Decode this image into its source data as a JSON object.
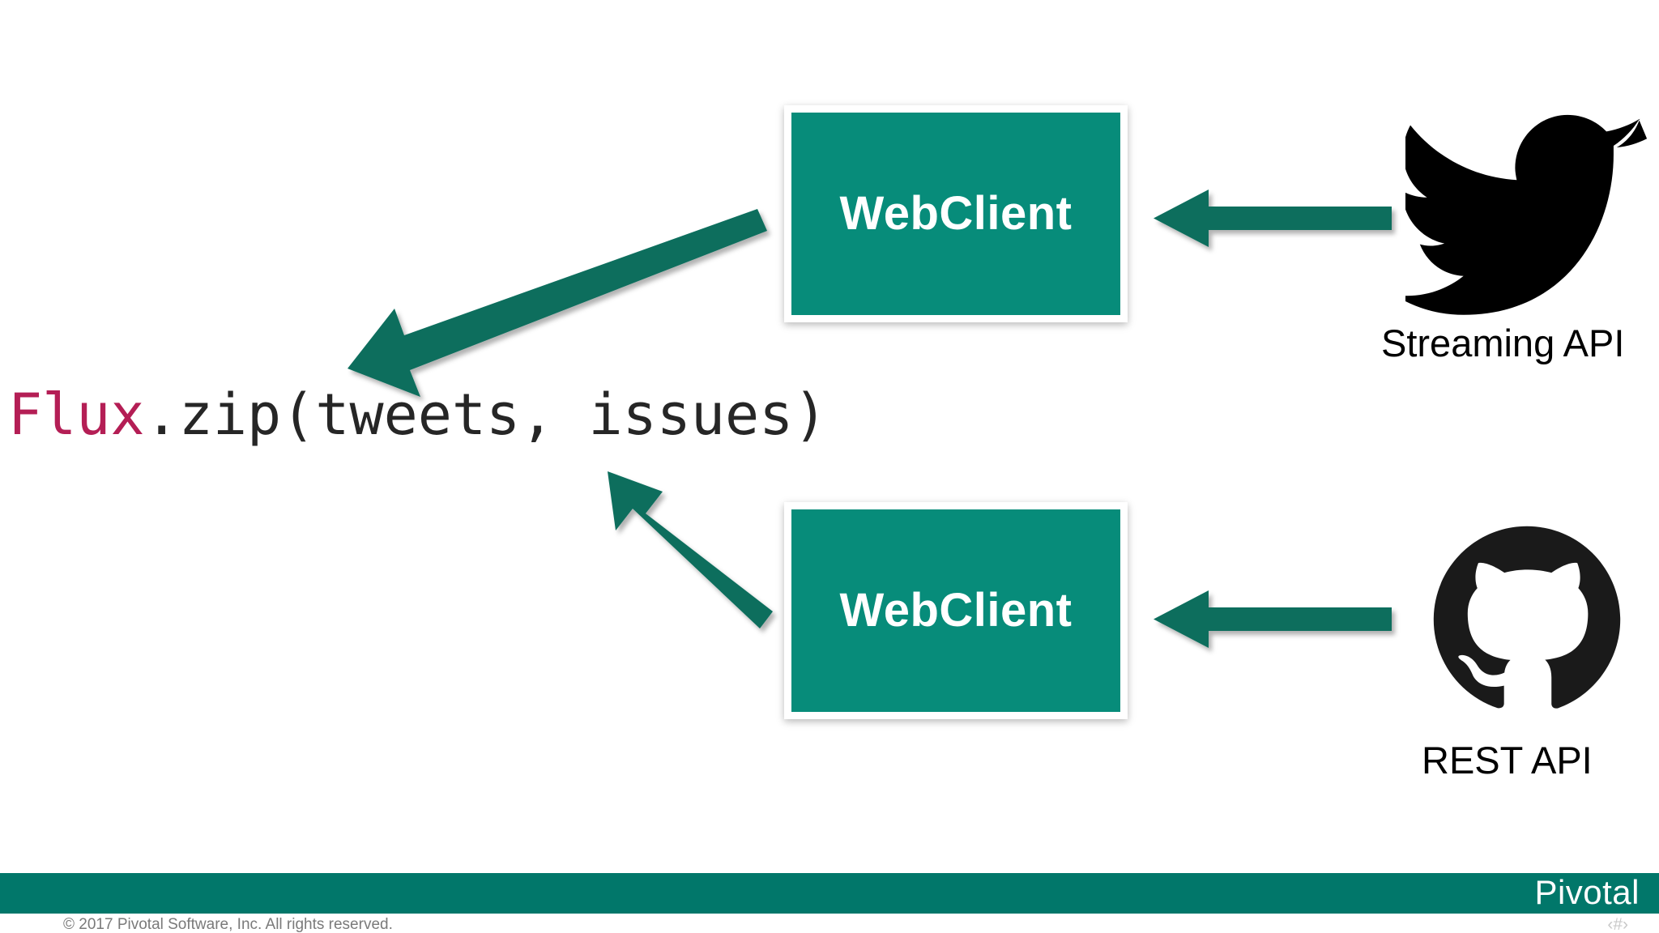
{
  "slide": {
    "background_color": "#ffffff",
    "accent_teal": "#078C7A",
    "arrow_teal": "#0A6E5D",
    "footer_teal": "#01776A",
    "code_keyword_color": "#B41E55",
    "code_text_color": "#262626"
  },
  "boxes": [
    {
      "label": "WebClient",
      "name": "webclient-top"
    },
    {
      "label": "WebClient",
      "name": "webclient-bottom"
    }
  ],
  "sources": [
    {
      "label": "Streaming API",
      "icon": "twitter-bird-icon"
    },
    {
      "label": "REST API",
      "icon": "github-octocat-icon"
    }
  ],
  "code": {
    "keyword": "Flux",
    "remainder": ".zip(tweets, issues)",
    "full": "Flux.zip(tweets, issues)"
  },
  "arrows": [
    {
      "name": "arrow-twitter-to-webclient",
      "direction": "left"
    },
    {
      "name": "arrow-github-to-webclient",
      "direction": "left"
    },
    {
      "name": "arrow-webclient-top-to-code",
      "direction": "down-left"
    },
    {
      "name": "arrow-webclient-bottom-to-code",
      "direction": "up-left"
    }
  ],
  "footer": {
    "copyright": "© 2017 Pivotal Software, Inc.  All rights reserved.",
    "brand": "Pivotal",
    "brand_period": ".",
    "slide_number": "‹#›"
  }
}
